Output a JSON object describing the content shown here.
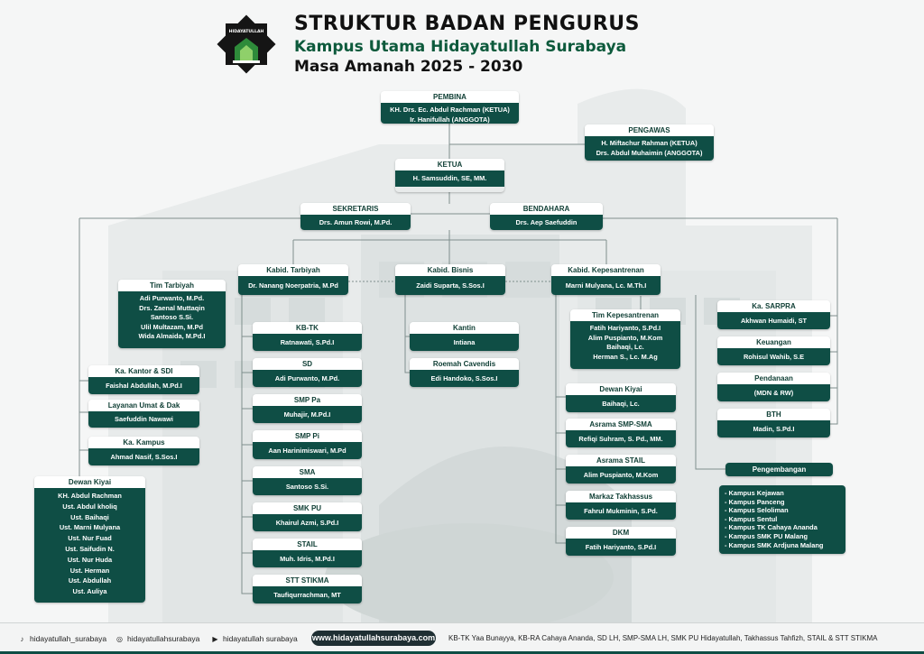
{
  "header": {
    "title": "STRUKTUR BADAN PENGURUS",
    "subtitle": "Kampus Utama Hidayatullah Surabaya",
    "period": "Masa Amanah 2025 - 2030",
    "logo_text": "HIDAYATULLAH"
  },
  "colors": {
    "box_dark": "#0f4e45",
    "accent_green": "#0d5a3c",
    "line": "#8a9a98"
  },
  "org": {
    "pembina": {
      "title": "PEMBINA",
      "members": [
        "KH. Drs. Ec. Abdul Rachman (KETUA)",
        "Ir. Hanifullah (ANGGOTA)"
      ]
    },
    "pengawas": {
      "title": "PENGAWAS",
      "members": [
        "H. Miftachur Rahman (KETUA)",
        "Drs. Abdul Muhaimin (ANGGOTA)"
      ]
    },
    "ketua": {
      "title": "KETUA",
      "name": "H. Samsuddin, SE, MM."
    },
    "sekretaris": {
      "title": "SEKRETARIS",
      "name": "Drs. Amun Rowi, M.Pd."
    },
    "bendahara": {
      "title": "BENDAHARA",
      "name": "Drs. Aep Saefuddin"
    },
    "kabid_tarbiyah": {
      "title": "Kabid. Tarbiyah",
      "name": "Dr. Nanang Noerpatria, M.Pd"
    },
    "kabid_bisnis": {
      "title": "Kabid. Bisnis",
      "name": "Zaidi Suparta, S.Sos.I"
    },
    "kabid_kepesantrenan": {
      "title": "Kabid. Kepesantrenan",
      "name": "Marni Mulyana, Lc. M.Th.I"
    },
    "tim_tarbiyah": {
      "title": "Tim Tarbiyah",
      "members": [
        "Adi Purwanto, M.Pd.",
        "Drs. Zaenal Muttaqin",
        "Santoso S.Si.",
        "Ulil Multazam, M.Pd",
        "Wida Almaida, M.Pd.I"
      ]
    },
    "ka_kantor": {
      "title": "Ka. Kantor & SDI",
      "name": "Faishal Abdullah, M.Pd.I"
    },
    "layanan_umat": {
      "title": "Layanan Umat & Dak",
      "name": "Saefuddin Nawawi"
    },
    "ka_kampus": {
      "title": "Ka. Kampus",
      "name": "Ahmad Nasif, S.Sos.I"
    },
    "dewan_kiyai_left": {
      "title": "Dewan Kiyai",
      "members": [
        "KH. Abdul Rachman",
        "Ust. Abdul kholiq",
        "Ust. Baihaqi",
        "Ust. Marni Mulyana",
        "Ust. Nur Fuad",
        "Ust. Saifudin N.",
        "Ust. Nur Huda",
        "Ust. Herman",
        "Ust. Abdullah",
        "Ust. Auliya"
      ]
    },
    "tarbiyah_units": [
      {
        "title": "KB-TK",
        "name": "Ratnawati, S.Pd.I"
      },
      {
        "title": "SD",
        "name": "Adi Purwanto, M.Pd."
      },
      {
        "title": "SMP Pa",
        "name": "Muhajir, M.Pd.I"
      },
      {
        "title": "SMP Pi",
        "name": "Aan Harinimiswari, M.Pd"
      },
      {
        "title": "SMA",
        "name": "Santoso S.Si."
      },
      {
        "title": "SMK PU",
        "name": "Khairul Azmi, S.Pd.I"
      },
      {
        "title": "STAIL",
        "name": "Muh. Idris, M.Pd.I"
      },
      {
        "title": "STT STIKMA",
        "name": "Taufiqurrachman, MT"
      }
    ],
    "bisnis_units": [
      {
        "title": "Kantin",
        "name": "Intiana"
      },
      {
        "title": "Roemah Cavendis",
        "name": "Edi Handoko, S.Sos.I"
      }
    ],
    "tim_kepesantrenan": {
      "title": "Tim Kepesantrenan",
      "members": [
        "Fatih Hariyanto, S.Pd.I",
        "Alim Puspianto, M.Kom",
        "Baihaqi, Lc.",
        "Herman S., Lc. M.Ag"
      ]
    },
    "kepesantrenan_units": [
      {
        "title": "Dewan Kiyai",
        "name": "Baihaqi, Lc."
      },
      {
        "title": "Asrama SMP-SMA",
        "name": "Refiqi Suhram, S. Pd., MM."
      },
      {
        "title": "Asrama STAIL",
        "name": "Alim Puspianto, M.Kom"
      },
      {
        "title": "Markaz Takhassus",
        "name": "Fahrul Mukminin, S.Pd."
      },
      {
        "title": "DKM",
        "name": "Fatih Hariyanto, S.Pd.I"
      }
    ],
    "right_units": [
      {
        "title": "Ka. SARPRA",
        "name": "Akhwan Humaidi, ST"
      },
      {
        "title": "Keuangan",
        "name": "Rohisul Wahib, S.E"
      },
      {
        "title": "Pendanaan",
        "name": "(MDN & RW)"
      },
      {
        "title": "BTH",
        "name": "Madin, S.Pd.I"
      }
    ],
    "pengembangan": {
      "title": "Pengembangan",
      "items": [
        "- Kampus Kejawan",
        "- Kampus Panceng",
        "- Kampus Seloliman",
        "- Kampus Sentul",
        "- Kampus TK Cahaya Ananda",
        "- Kampus SMK PU Malang",
        "- Kampus SMK Ardjuna Malang"
      ]
    }
  },
  "footer": {
    "tiktok": "hidayatullah_surabaya",
    "tiktok_icon": "tiktok-icon",
    "instagram": "hidayatullahsurabaya",
    "instagram_icon": "instagram-icon",
    "youtube": "hidayatullah surabaya",
    "youtube_icon": "youtube-icon",
    "website": "www.hidayatullahsurabaya.com",
    "units": "KB-TK Yaa Bunayya, KB-RA Cahaya Ananda, SD LH, SMP-SMA LH, SMK PU Hidayatullah, Takhassus Tahfizh, STAIL & STT STIKMA"
  }
}
